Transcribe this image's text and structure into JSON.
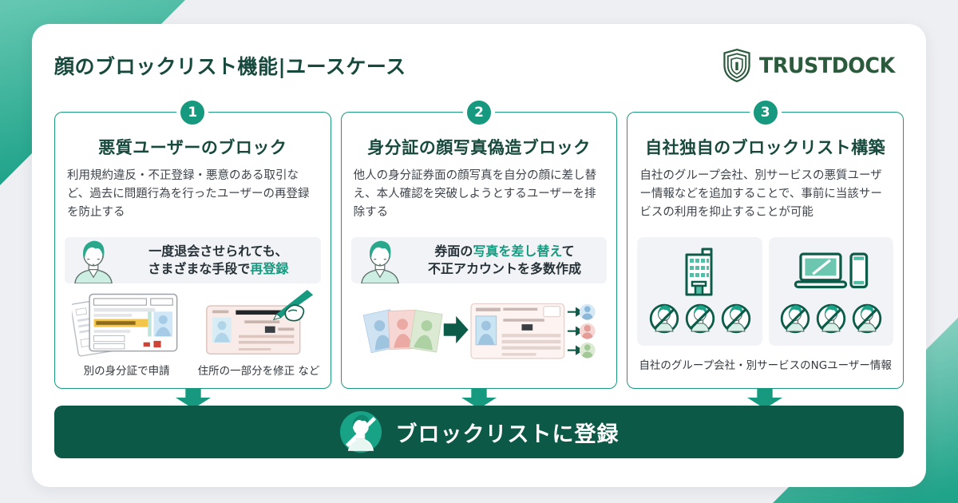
{
  "header": {
    "title": "顔のブロックリスト機能|ユースケース",
    "brand": "TRUSTDOCK"
  },
  "columns": [
    {
      "number": "1",
      "title": "悪質ユーザーのブロック",
      "body": "利用規約違反・不正登録・悪意のある取引など、過去に問題行為を行ったユーザーの再登録を防止する",
      "highlight": {
        "line1": "一度退会させられても、",
        "line2_pre": "さまざまな手段で",
        "line2_accent": "再登録"
      },
      "captions": {
        "left": "別の身分証で申請",
        "right": "住所の一部分を修正 など"
      }
    },
    {
      "number": "2",
      "title": "身分証の顔写真偽造ブロック",
      "body": "他人の身分証券面の顔写真を自分の顔に差し替え、本人確認を突破しようとするユーザーを排除する",
      "highlight": {
        "line1_pre": "券面の",
        "line1_accent": "写真を差し替え",
        "line1_post": "て",
        "line2": "不正アカウントを多数作成"
      }
    },
    {
      "number": "3",
      "title": "自社独自のブロックリスト構築",
      "body": "自社のグループ会社、別サービスの悪質ユーザー情報などを追加することで、事前に当該サービスの利用を抑止することが可能",
      "caption": "自社のグループ会社・別サービスのNGユーザー情報"
    }
  ],
  "footer": {
    "label": "ブロックリストに登録"
  },
  "icons": {
    "brand_logo": "trustdock-shield-icon",
    "highlight_person": "user-avatar-icon",
    "blocked_user": "blocked-user-icon",
    "company": "office-building-icon",
    "devices": "laptop-and-phone-icon",
    "flow": "down-arrow"
  },
  "colors": {
    "accent_teal": "#16997f",
    "dark_green_bar": "#0c5947",
    "heading_green": "#17493d",
    "logo_green": "#2b5b3c",
    "body_text": "#3e444c",
    "card_border": "#19997f",
    "highlight_bg": "#f1f3f6",
    "page_bg": "#edeff3"
  }
}
